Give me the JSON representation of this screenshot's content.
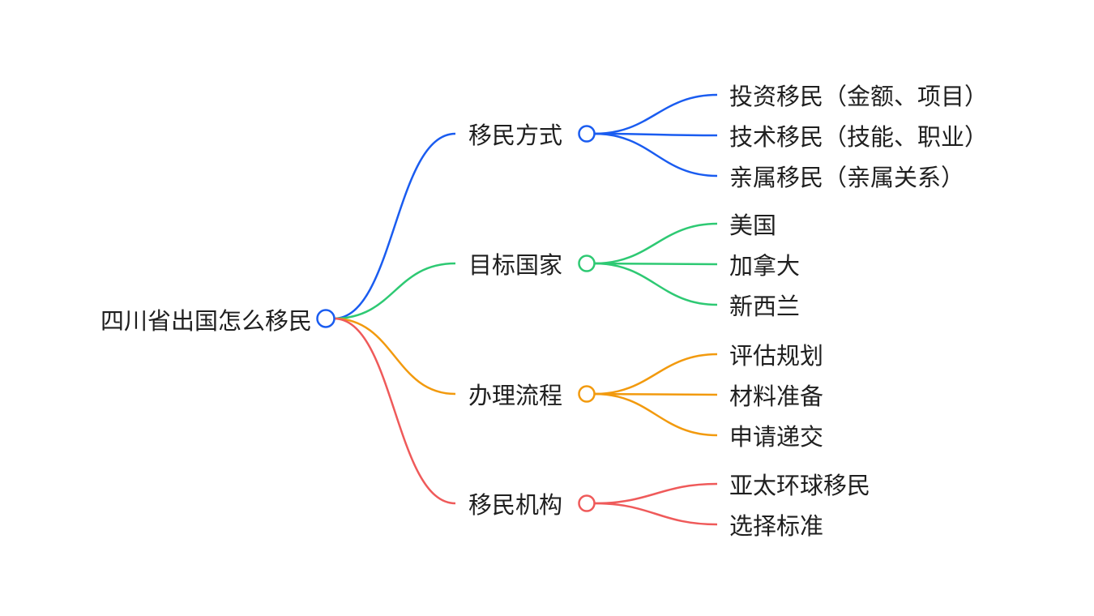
{
  "mindmap": {
    "root": "四川省出国怎么移民",
    "root_color": "#1a5cf0",
    "branches": [
      {
        "label": "移民方式",
        "color": "#1a5cf0",
        "children": [
          "投资移民（金额、项目）",
          "技术移民（技能、职业）",
          "亲属移民（亲属关系）"
        ]
      },
      {
        "label": "目标国家",
        "color": "#2ec973",
        "children": [
          "美国",
          "加拿大",
          "新西兰"
        ]
      },
      {
        "label": "办理流程",
        "color": "#f29a0e",
        "children": [
          "评估规划",
          "材料准备",
          "申请递交"
        ]
      },
      {
        "label": "移民机构",
        "color": "#ef5a5a",
        "children": [
          "亚太环球移民",
          "选择标准"
        ]
      }
    ]
  }
}
